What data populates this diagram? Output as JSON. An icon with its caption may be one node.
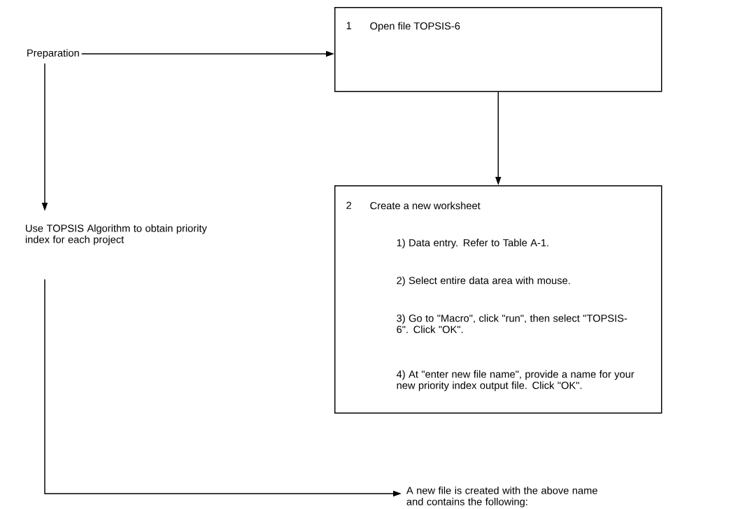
{
  "diagram": {
    "nodes": [
      {
        "text": [
          "Preparation"
        ]
      },
      {
        "text": [
          "1",
          "Open file TOPSIS-6"
        ]
      },
      {
        "text": [
          "Use TOPSIS Algorithm to obtain priority index for each project"
        ]
      },
      {
        "text": [
          "2",
          "Create a new worksheet",
          "1) Data entry.  Refer to Table A-1.",
          "2) Select entire data area with mouse.",
          "3) Go to \"Macro\", click \"run\", then select \"TOPSIS-6\".  Click \"OK\".",
          "4) At \"enter new file name\", provide a name for your new priority index output file.  Click \"OK\"."
        ]
      },
      {
        "text": [
          "A new file is created with the above name and contains the following:"
        ]
      }
    ],
    "edges": [
      {
        "from": 0,
        "to": 1,
        "arrow": "to"
      },
      {
        "from": 0,
        "to": 2,
        "arrow": "to"
      },
      {
        "from": 1,
        "to": 3,
        "arrow": "to"
      },
      {
        "from": 2,
        "to": 4,
        "arrow": "to"
      }
    ]
  }
}
